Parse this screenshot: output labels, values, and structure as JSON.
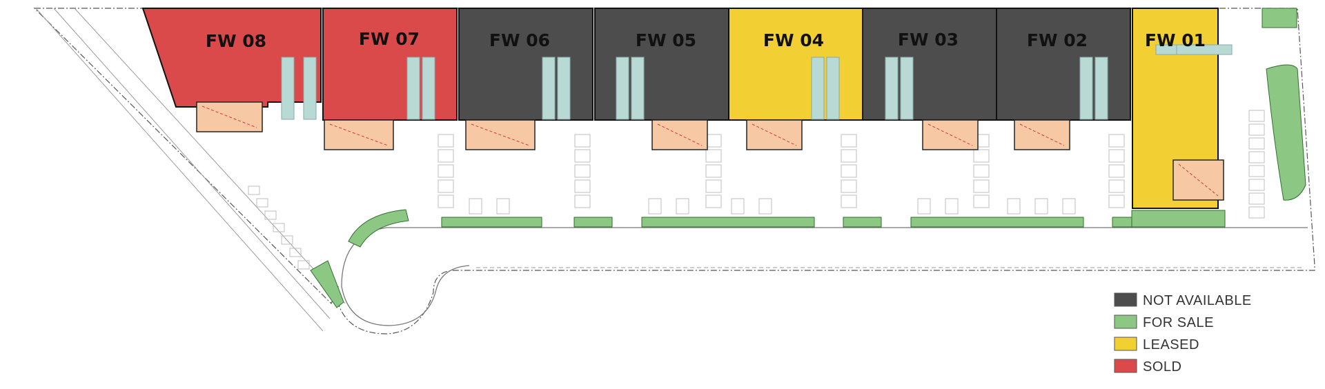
{
  "site_plan": {
    "units": [
      {
        "id": "FW 08",
        "status": "SOLD"
      },
      {
        "id": "FW 07",
        "status": "SOLD"
      },
      {
        "id": "FW 06",
        "status": "NOT AVAILABLE"
      },
      {
        "id": "FW 05",
        "status": "NOT AVAILABLE"
      },
      {
        "id": "FW 04",
        "status": "LEASED"
      },
      {
        "id": "FW 03",
        "status": "NOT AVAILABLE"
      },
      {
        "id": "FW 02",
        "status": "NOT AVAILABLE"
      },
      {
        "id": "FW 01",
        "status": "LEASED"
      }
    ]
  },
  "legend": [
    {
      "label": "NOT AVAILABLE",
      "color": "#4d4d4d"
    },
    {
      "label": "FOR SALE",
      "color": "#8cc784"
    },
    {
      "label": "LEASED",
      "color": "#f2cf33"
    },
    {
      "label": "SOLD",
      "color": "#db4a4a"
    }
  ],
  "colors": {
    "office": "#f7c8a4",
    "landscape": "#8cc784",
    "glazing": "#b9d9d4",
    "building_outline": "#111111"
  }
}
